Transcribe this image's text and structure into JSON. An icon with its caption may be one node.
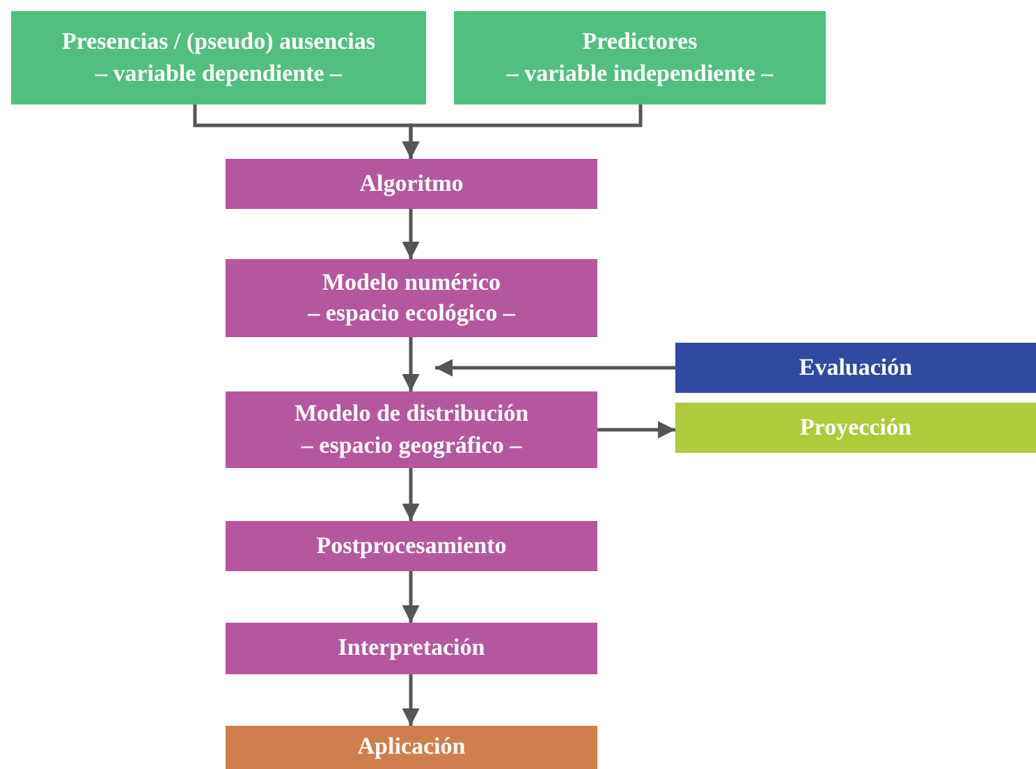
{
  "diagram": {
    "nodes": [
      {
        "text": [
          "Presencias / (pseudo) ausencias",
          "– variable dependiente –"
        ]
      },
      {
        "text": [
          "Predictores",
          "– variable independiente –"
        ]
      },
      {
        "text": [
          "Algoritmo"
        ]
      },
      {
        "text": [
          "Modelo numérico",
          "– espacio ecológico –"
        ]
      },
      {
        "text": [
          "Evaluación"
        ]
      },
      {
        "text": [
          "Modelo de distribución",
          "– espacio geográfico –"
        ]
      },
      {
        "text": [
          "Proyección"
        ]
      },
      {
        "text": [
          "Postprocesamiento"
        ]
      },
      {
        "text": [
          "Interpretación"
        ]
      },
      {
        "text": [
          "Aplicación"
        ]
      }
    ],
    "edges": [
      {
        "from": 0,
        "to": 2,
        "arrow": "to"
      },
      {
        "from": 1,
        "to": 2,
        "arrow": "to"
      },
      {
        "from": 2,
        "to": 3,
        "arrow": "to"
      },
      {
        "from": 3,
        "to": 5,
        "arrow": "to"
      },
      {
        "from": 4,
        "to": 5,
        "arrow": "to"
      },
      {
        "from": 5,
        "to": 6,
        "arrow": "to"
      },
      {
        "from": 5,
        "to": 7,
        "arrow": "to"
      },
      {
        "from": 7,
        "to": 8,
        "arrow": "to"
      },
      {
        "from": 8,
        "to": 9,
        "arrow": "to"
      }
    ]
  }
}
